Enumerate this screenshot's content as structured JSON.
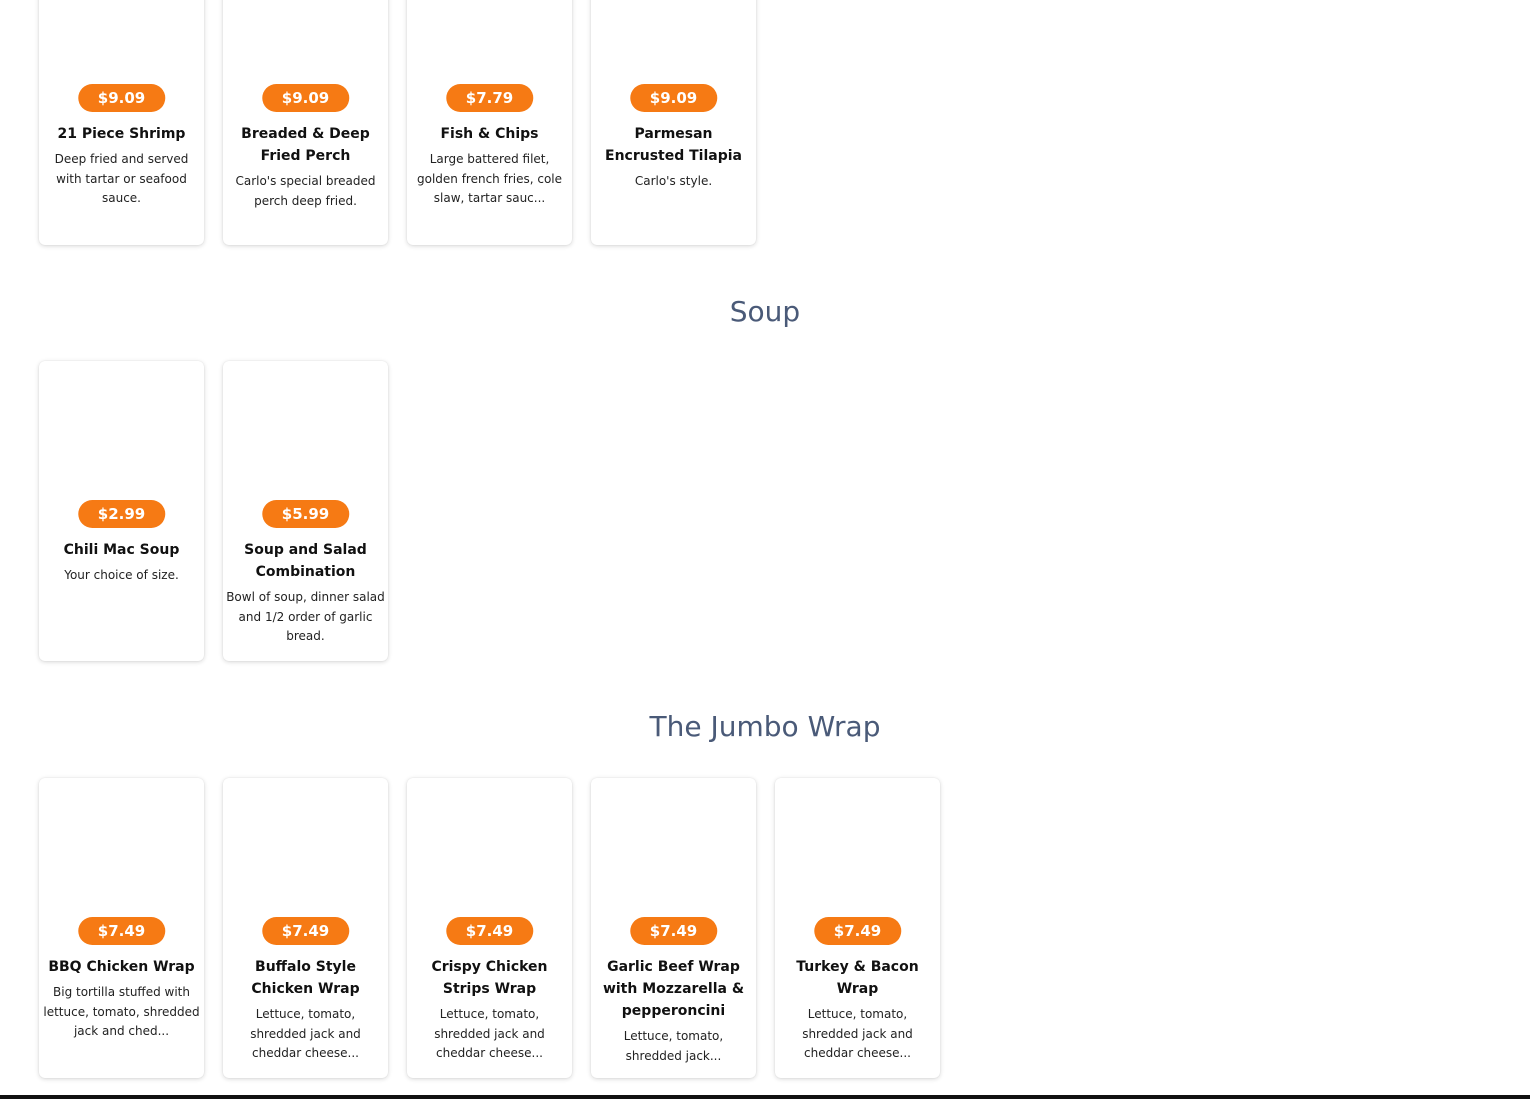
{
  "sections": [
    {
      "title": "",
      "items": [
        {
          "price": "$9.09",
          "name": "21 Piece Shrimp",
          "description": "Deep fried and served with tartar or seafood sauce."
        },
        {
          "price": "$9.09",
          "name": "Breaded & Deep Fried Perch",
          "description": "Carlo's special breaded perch deep fried."
        },
        {
          "price": "$7.79",
          "name": "Fish & Chips",
          "description": "Large battered filet, golden french fries, cole slaw, tartar sauc..."
        },
        {
          "price": "$9.09",
          "name": "Parmesan Encrusted Tilapia",
          "description": "Carlo's style."
        }
      ]
    },
    {
      "title": "Soup",
      "items": [
        {
          "price": "$2.99",
          "name": "Chili Mac Soup",
          "description": "Your choice of size."
        },
        {
          "price": "$5.99",
          "name": "Soup and Salad Combination",
          "description": "Bowl of soup, dinner salad and 1/2 order of garlic bread."
        }
      ]
    },
    {
      "title": "The Jumbo Wrap",
      "items": [
        {
          "price": "$7.49",
          "name": "BBQ Chicken Wrap",
          "description": "Big tortilla stuffed with lettuce, tomato, shredded jack and ched..."
        },
        {
          "price": "$7.49",
          "name": "Buffalo Style Chicken Wrap",
          "description": "Lettuce, tomato, shredded jack and cheddar cheese..."
        },
        {
          "price": "$7.49",
          "name": "Crispy Chicken Strips Wrap",
          "description": "Lettuce, tomato, shredded jack and cheddar cheese..."
        },
        {
          "price": "$7.49",
          "name": "Garlic Beef Wrap with Mozzarella & pepperoncini",
          "description": "Lettuce, tomato, shredded jack..."
        },
        {
          "price": "$7.49",
          "name": "Turkey & Bacon Wrap",
          "description": "Lettuce, tomato, shredded jack and cheddar cheese..."
        }
      ]
    }
  ],
  "colors": {
    "price_badge": "#f67a14",
    "section_title": "#4a5a78"
  }
}
